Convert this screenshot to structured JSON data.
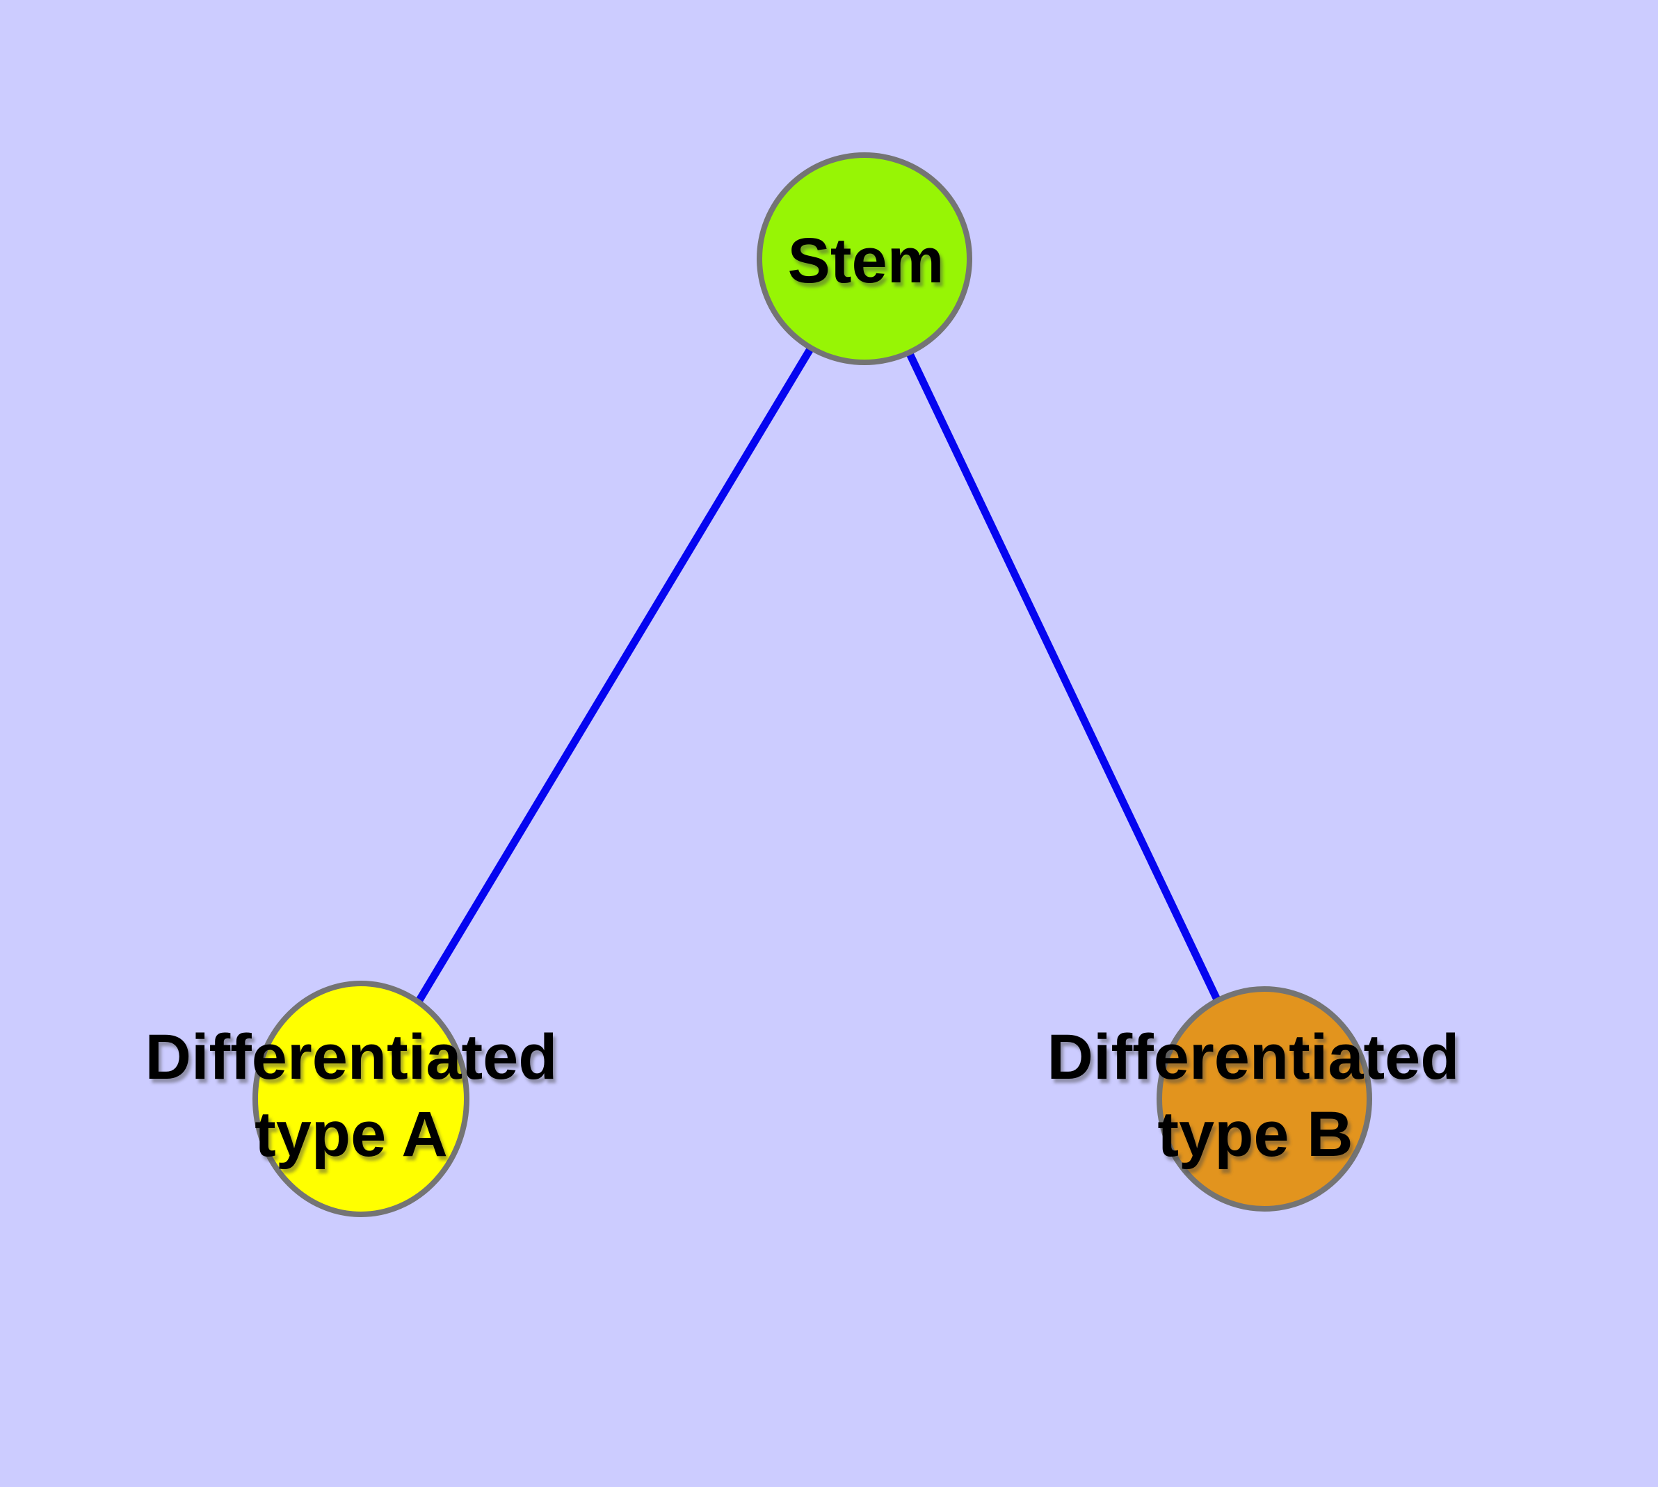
{
  "diagram": {
    "title": "",
    "background_color": "#ccccff",
    "edge_color": "#0505f0",
    "node_stroke_color": "#747474",
    "label_color": "#000000",
    "nodes": [
      {
        "id": "stem",
        "label_lines": [
          "Stem"
        ],
        "fill": "#97f505"
      },
      {
        "id": "diff-a",
        "label_lines": [
          "Differentiated",
          "type A"
        ],
        "fill": "#ffff00"
      },
      {
        "id": "diff-b",
        "label_lines": [
          "Differentiated",
          "type B"
        ],
        "fill": "#e2941e"
      }
    ],
    "edges": [
      {
        "from": "stem",
        "to": "diff-a"
      },
      {
        "from": "stem",
        "to": "diff-b"
      }
    ]
  }
}
